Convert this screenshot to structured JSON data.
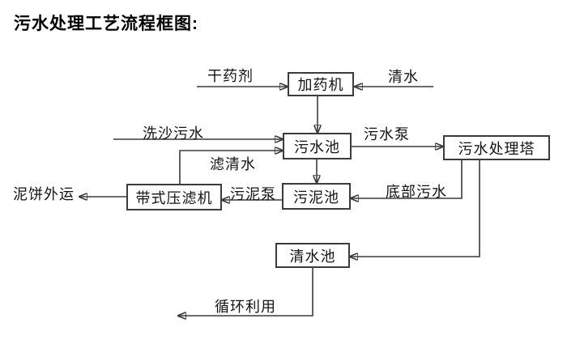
{
  "title": "污水处理工艺流程框图:",
  "diagram": {
    "type": "flowchart",
    "nodes": {
      "dosing_machine": "加药机",
      "sewage_pool": "污水池",
      "treatment_tower": "污水处理塔",
      "sludge_pool": "污泥池",
      "belt_filter_press": "带式压滤机",
      "clear_water_pool": "清水池"
    },
    "flow_labels": {
      "dry_agent": "干药剂",
      "clear_water": "清水",
      "sand_washing_sewage": "洗沙污水",
      "filtered_water": "滤清水",
      "sewage_pump": "污水泵",
      "bottom_sewage": "底部污水",
      "sludge_pump": "污泥泵",
      "mud_cake_out": "泥饼外运",
      "recycle_use": "循环利用"
    },
    "edges": [
      {
        "source": "external",
        "target": "dosing_machine",
        "label": "干药剂"
      },
      {
        "source": "external",
        "target": "dosing_machine",
        "label": "清水"
      },
      {
        "source": "dosing_machine",
        "target": "sewage_pool",
        "label": ""
      },
      {
        "source": "external",
        "target": "sewage_pool",
        "label": "洗沙污水"
      },
      {
        "source": "belt_filter_press",
        "target": "sewage_pool",
        "label": "滤清水"
      },
      {
        "source": "sewage_pool",
        "target": "treatment_tower",
        "label": "污水泵"
      },
      {
        "source": "sewage_pool",
        "target": "sludge_pool",
        "label": ""
      },
      {
        "source": "treatment_tower",
        "target": "sludge_pool",
        "label": "底部污水"
      },
      {
        "source": "sludge_pool",
        "target": "belt_filter_press",
        "label": "污泥泵"
      },
      {
        "source": "belt_filter_press",
        "target": "external",
        "label": "泥饼外运"
      },
      {
        "source": "treatment_tower",
        "target": "clear_water_pool",
        "label": ""
      },
      {
        "source": "clear_water_pool",
        "target": "external",
        "label": "循环利用"
      }
    ],
    "colors": {
      "background": "#ffffff",
      "line": "#3a3a3a",
      "box_border": "#3c3c3c",
      "text": "#141414",
      "title_text": "#000000"
    }
  }
}
